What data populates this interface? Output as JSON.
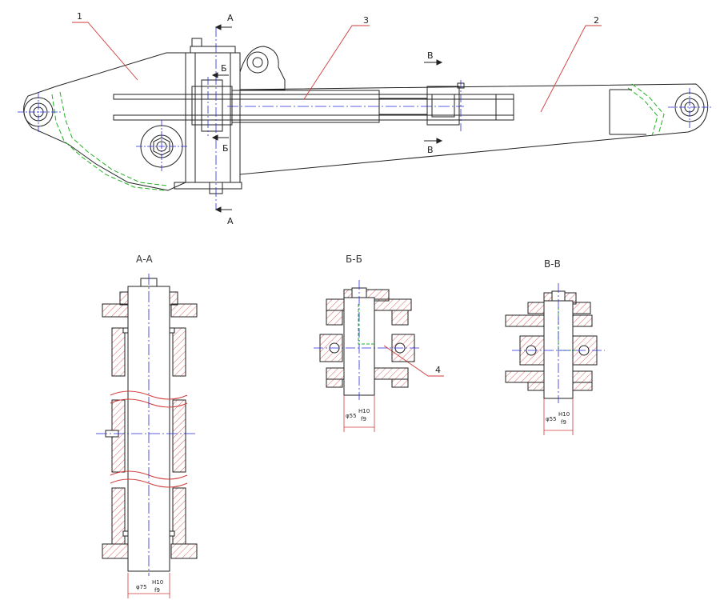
{
  "colors": {
    "outline": "#222222",
    "center": "#2a2ae0",
    "hatch": "#d23b3b",
    "leader": "#d23b3b",
    "hidden": "#1fb21f",
    "dim": "#d23b3b"
  },
  "callouts": {
    "c1": "1",
    "c2": "2",
    "c3": "3",
    "c4": "4"
  },
  "cut_marks": {
    "a": "А",
    "b": "Б",
    "v": "В"
  },
  "sections": {
    "aa": "А-А",
    "bb": "Б-Б",
    "vv": "В-В"
  },
  "dims": {
    "aa": {
      "dia": "φ75",
      "tol_top": "H10",
      "tol_bot": "f9"
    },
    "bb": {
      "dia": "φ55",
      "tol_top": "H10",
      "tol_bot": "f9"
    },
    "vv": {
      "dia": "φ55",
      "tol_top": "H10",
      "tol_bot": "f9"
    }
  }
}
